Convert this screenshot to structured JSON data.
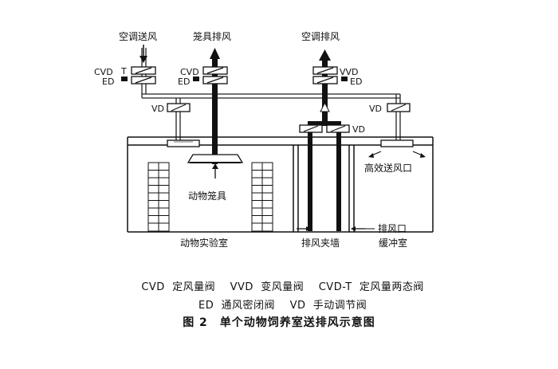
{
  "diagram": {
    "top_labels": {
      "ac_supply": "空调送风",
      "cage_exhaust": "笼具排风",
      "ac_exhaust": "空调排风"
    },
    "valve_tags": {
      "cvd": "CVD",
      "t": "T",
      "ed_left": "ED",
      "ed_mid": "ED",
      "cvd_mid": "CVD",
      "vvd": "VVD",
      "ed_right": "ED",
      "vd_left": "VD",
      "vd_mid": "VD",
      "vd_right": "VD"
    },
    "room_labels": {
      "animal_cage": "动物笼具",
      "hepa_outlet": "高效送风口",
      "exhaust_outlet": "排风口",
      "animal_lab": "动物实验室",
      "exhaust_wall": "排风夹墙",
      "buffer_room": "缓冲室"
    }
  },
  "legend": {
    "line1": [
      {
        "code": "CVD",
        "desc": "定风量阀"
      },
      {
        "code": "VVD",
        "desc": "变风量阀"
      },
      {
        "code": "CVD-T",
        "desc": "定风量两态阀"
      }
    ],
    "line2": [
      {
        "code": "ED",
        "desc": "通风密闭阀"
      },
      {
        "code": "VD",
        "desc": "手动调节阀"
      }
    ]
  },
  "caption": "图 2　单个动物饲养室送排风示意图"
}
